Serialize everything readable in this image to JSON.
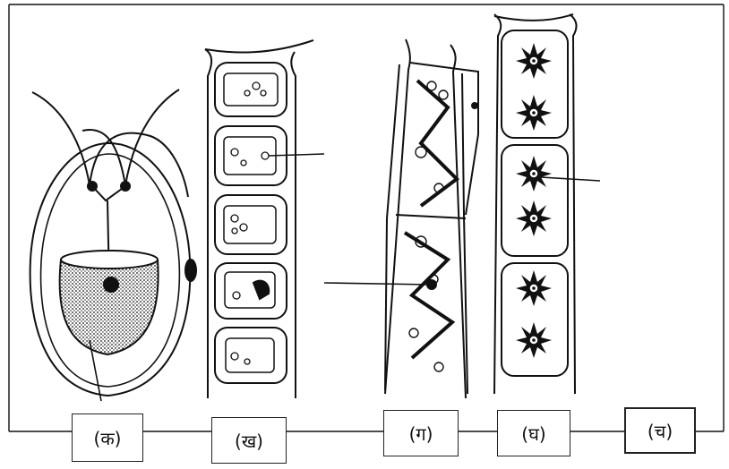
{
  "labels": {
    "a": "(क)",
    "b": "(ख)",
    "c": "(ग)",
    "d": "(घ)",
    "e": "(च)"
  },
  "colors": {
    "ink": "#111111",
    "background": "#ffffff"
  }
}
